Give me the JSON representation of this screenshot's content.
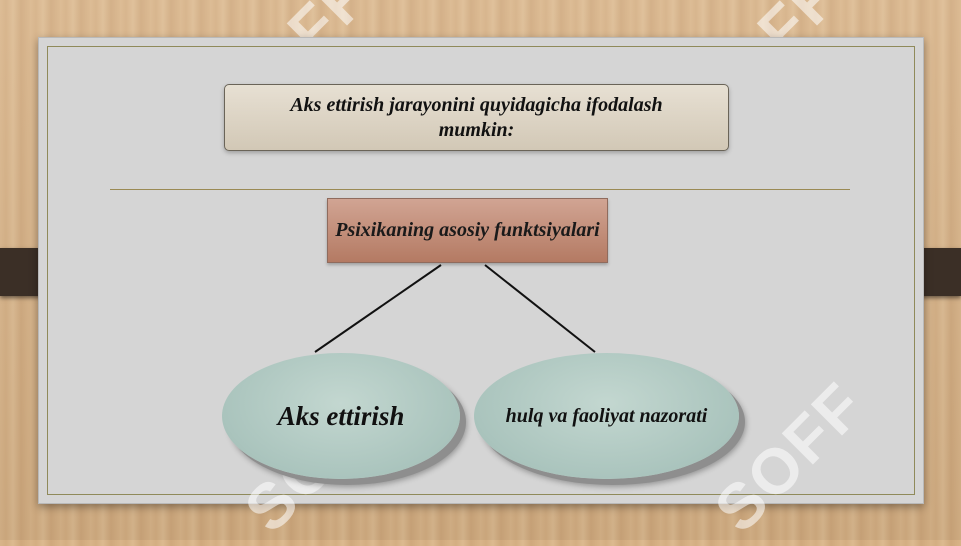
{
  "slide": {
    "title": "Aks ettirish jarayonini quyidagicha ifodalash mumkin:",
    "root_node": "Psixikaning asosiy funktsiyalari",
    "children": [
      "Aks ettirish",
      "hulq va faoliyat nazorati"
    ]
  },
  "watermark": {
    "text": "SOFF",
    "color": "#b8f5c6"
  },
  "colors": {
    "root_fill": "#c08b76",
    "child_fill": "#b3cbc4",
    "title_fill": "#ddd4c4",
    "board": "#d5d5d5"
  }
}
